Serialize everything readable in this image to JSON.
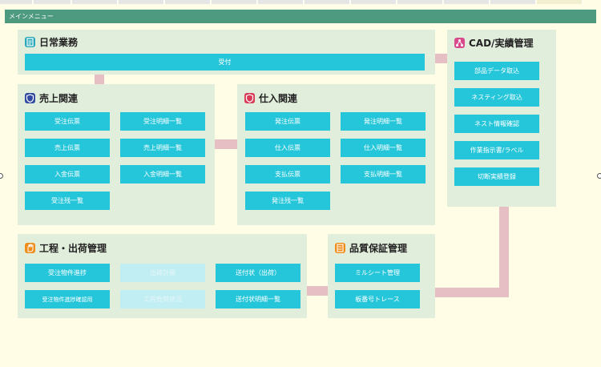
{
  "menubar": {
    "title": "メインメニュー"
  },
  "daily": {
    "title": "日常業務",
    "buttons": {
      "order": "受付"
    }
  },
  "sales": {
    "title": "売上関連",
    "buttons": {
      "order_slip": "受注伝票",
      "order_detail_list": "受注明細一覧",
      "sales_slip": "売上伝票",
      "sales_detail_list": "売上明細一覧",
      "deposit_slip": "入金伝票",
      "deposit_detail_list": "入金明細一覧",
      "order_balance_list": "受注残一覧"
    }
  },
  "purchase": {
    "title": "仕入関連",
    "buttons": {
      "purchase_order_slip": "発注伝票",
      "purchase_order_detail_list": "発注明細一覧",
      "purchase_slip": "仕入伝票",
      "purchase_detail_list": "仕入明細一覧",
      "payment_slip": "支払伝票",
      "payment_detail_list": "支払明細一覧",
      "purchase_order_balance_list": "発注残一覧"
    }
  },
  "cad": {
    "title": "CAD/実績管理",
    "buttons": {
      "parts_data_import": "部品データ取込",
      "nesting_import": "ネスティング取込",
      "nest_info_check": "ネスト情報確認",
      "work_instruction_label": "作業指示書/ラベル",
      "cutting_record_register": "切断実績登録"
    }
  },
  "process": {
    "title": "工程・出荷管理",
    "buttons": {
      "order_item_progress": "受注物件進捗",
      "shipping_plan": "出荷計画",
      "delivery_note": "送付状（出荷）",
      "order_item_progress_confirm": "受注物件進捗確認用",
      "process_load_status": "工程負荷状況",
      "delivery_note_detail_list": "送付状明細一覧"
    }
  },
  "quality": {
    "title": "品質保証管理",
    "buttons": {
      "mill_sheet": "ミルシート管理",
      "plate_number_trace": "板番号トレース"
    }
  },
  "icons": {
    "daily": "document-icon",
    "sales": "shield-icon",
    "purchase": "shield-icon",
    "cad": "network-icon",
    "process": "hand-icon",
    "quality": "checklist-icon"
  },
  "colors": {
    "menubar": "#4e9a80",
    "panel": "#e2eedc",
    "button": "#26c6da",
    "button_disabled": "#c1eef3",
    "connector": "#e5bfc3",
    "background": "#fffde6",
    "daily_icon": "#26a8b8",
    "sales_icon": "#2f4aa0",
    "purchase_icon": "#d93b57",
    "cad_icon": "#d94a8c",
    "process_icon": "#f08c1a",
    "quality_icon": "#f08c1a"
  }
}
